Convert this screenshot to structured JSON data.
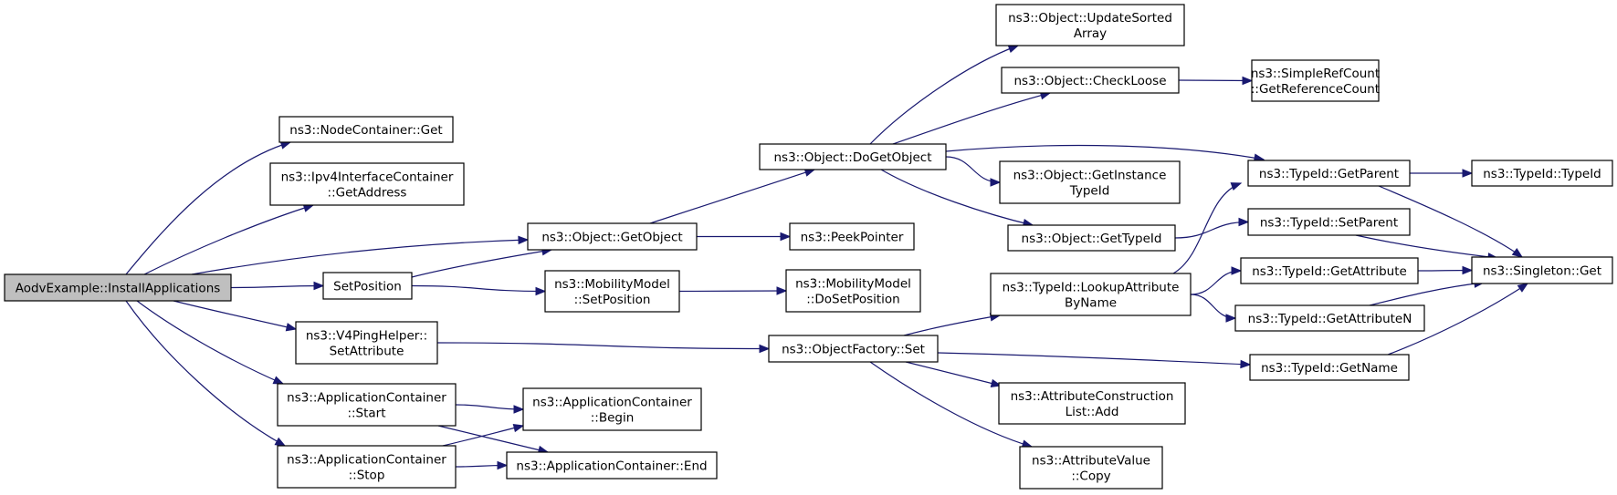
{
  "diagram": {
    "type": "call-graph",
    "root": "AodvExample::InstallApplications",
    "nodes": [
      {
        "id": "root",
        "label": "AodvExample::InstallApplications"
      },
      {
        "id": "nc_get",
        "label": "ns3::NodeContainer::Get"
      },
      {
        "id": "ipv4_getaddr",
        "label": "ns3::Ipv4InterfaceContainer\n::GetAddress"
      },
      {
        "id": "obj_getobject",
        "label": "ns3::Object::GetObject"
      },
      {
        "id": "setposition",
        "label": "SetPosition"
      },
      {
        "id": "v4ping",
        "label": "ns3::V4PingHelper::\nSetAttribute"
      },
      {
        "id": "ac_start",
        "label": "ns3::ApplicationContainer\n::Start"
      },
      {
        "id": "ac_stop",
        "label": "ns3::ApplicationContainer\n::Stop"
      },
      {
        "id": "obj_dogetobject",
        "label": "ns3::Object::DoGetObject"
      },
      {
        "id": "peekpointer",
        "label": "ns3::PeekPointer"
      },
      {
        "id": "mm_setposition",
        "label": "ns3::MobilityModel\n::SetPosition"
      },
      {
        "id": "mm_dosetposition",
        "label": "ns3::MobilityModel\n::DoSetPosition"
      },
      {
        "id": "ac_begin",
        "label": "ns3::ApplicationContainer\n::Begin"
      },
      {
        "id": "ac_end",
        "label": "ns3::ApplicationContainer::End"
      },
      {
        "id": "of_set",
        "label": "ns3::ObjectFactory::Set"
      },
      {
        "id": "obj_updatesorted",
        "label": "ns3::Object::UpdateSorted\nArray"
      },
      {
        "id": "obj_checkloose",
        "label": "ns3::Object::CheckLoose"
      },
      {
        "id": "obj_getinstance",
        "label": "ns3::Object::GetInstance\nTypeId"
      },
      {
        "id": "obj_gettypeid",
        "label": "ns3::Object::GetTypeId"
      },
      {
        "id": "tid_lookup",
        "label": "ns3::TypeId::LookupAttribute\nByName"
      },
      {
        "id": "acl_add",
        "label": "ns3::AttributeConstruction\nList::Add"
      },
      {
        "id": "av_copy",
        "label": "ns3::AttributeValue\n::Copy"
      },
      {
        "id": "src_getref",
        "label": "ns3::SimpleRefCount\n::GetReferenceCount"
      },
      {
        "id": "tid_getparent",
        "label": "ns3::TypeId::GetParent"
      },
      {
        "id": "tid_setparent",
        "label": "ns3::TypeId::SetParent"
      },
      {
        "id": "tid_getattribute",
        "label": "ns3::TypeId::GetAttribute"
      },
      {
        "id": "tid_getattributen",
        "label": "ns3::TypeId::GetAttributeN"
      },
      {
        "id": "tid_getname",
        "label": "ns3::TypeId::GetName"
      },
      {
        "id": "tid_typeid",
        "label": "ns3::TypeId::TypeId"
      },
      {
        "id": "singleton_get",
        "label": "ns3::Singleton::Get"
      }
    ],
    "edges": [
      [
        "root",
        "nc_get"
      ],
      [
        "root",
        "ipv4_getaddr"
      ],
      [
        "root",
        "obj_getobject"
      ],
      [
        "root",
        "setposition"
      ],
      [
        "root",
        "v4ping"
      ],
      [
        "root",
        "ac_start"
      ],
      [
        "root",
        "ac_stop"
      ],
      [
        "obj_getobject",
        "obj_dogetobject"
      ],
      [
        "obj_getobject",
        "peekpointer"
      ],
      [
        "setposition",
        "obj_getobject"
      ],
      [
        "setposition",
        "mm_setposition"
      ],
      [
        "mm_setposition",
        "mm_dosetposition"
      ],
      [
        "v4ping",
        "of_set"
      ],
      [
        "ac_start",
        "ac_begin"
      ],
      [
        "ac_start",
        "ac_end"
      ],
      [
        "ac_stop",
        "ac_begin"
      ],
      [
        "ac_stop",
        "ac_end"
      ],
      [
        "obj_dogetobject",
        "obj_updatesorted"
      ],
      [
        "obj_dogetobject",
        "obj_checkloose"
      ],
      [
        "obj_dogetobject",
        "tid_getparent"
      ],
      [
        "obj_dogetobject",
        "obj_getinstance"
      ],
      [
        "obj_dogetobject",
        "obj_gettypeid"
      ],
      [
        "obj_checkloose",
        "src_getref"
      ],
      [
        "obj_gettypeid",
        "tid_setparent"
      ],
      [
        "of_set",
        "tid_lookup"
      ],
      [
        "of_set",
        "tid_getname"
      ],
      [
        "of_set",
        "acl_add"
      ],
      [
        "of_set",
        "av_copy"
      ],
      [
        "tid_lookup",
        "tid_getparent"
      ],
      [
        "tid_lookup",
        "tid_getattribute"
      ],
      [
        "tid_lookup",
        "tid_getattributen"
      ],
      [
        "tid_getparent",
        "tid_typeid"
      ],
      [
        "tid_getparent",
        "singleton_get"
      ],
      [
        "tid_setparent",
        "singleton_get"
      ],
      [
        "tid_getattribute",
        "singleton_get"
      ],
      [
        "tid_getattributen",
        "singleton_get"
      ],
      [
        "tid_getname",
        "singleton_get"
      ]
    ]
  }
}
